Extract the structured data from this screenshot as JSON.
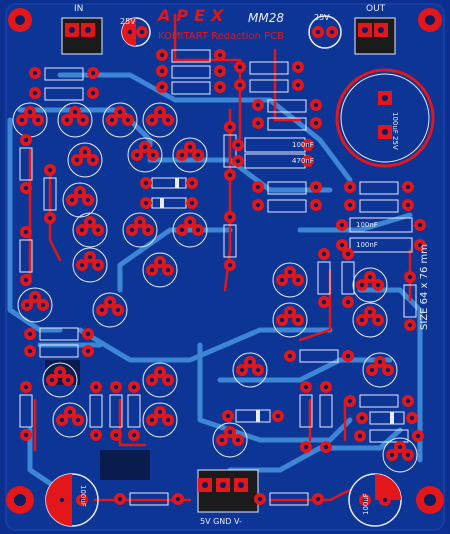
{
  "board": {
    "brand": "APEX",
    "model": "MM28",
    "subtitle": "KOMITART Redaction PCB",
    "size_label": "SIZE  64 x 76 mm"
  },
  "connectors": {
    "in_label": "IN",
    "out_label": "OUT",
    "power_label": "5V  GND  V-"
  },
  "components": {
    "cap_top_left": "25V",
    "cap_top_right": "25V",
    "cap_big": "100uF 25V",
    "cap_bottom_left": "100uF",
    "cap_bottom_right": "100uF",
    "cap_value_1": "100nF",
    "cap_value_2": "470nF",
    "cap_value_3": "100nF",
    "cap_value_4": "100nF"
  },
  "colors": {
    "board": "#0b2f8f",
    "copper_top": "#e3161a",
    "trace_light": "#3d86d6",
    "pad_hole": "#0a1d60",
    "silk": "#e9ecff"
  }
}
